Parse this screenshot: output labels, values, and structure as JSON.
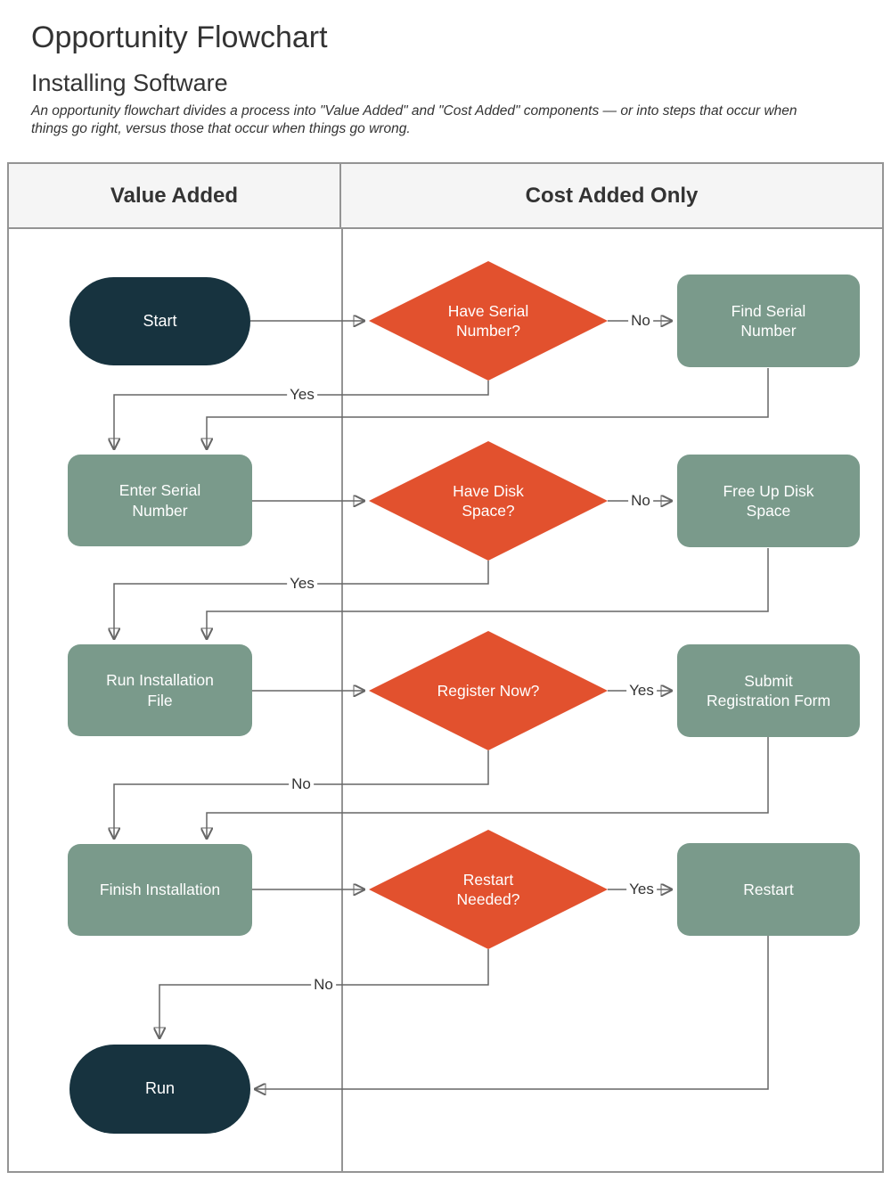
{
  "header": {
    "title": "Opportunity Flowchart",
    "subtitle": "Installing Software",
    "description": "An opportunity flowchart divides a process into \"Value Added\" and \"Cost Added\" components — or into steps that occur when\nthings go right, versus those that occur when things go wrong."
  },
  "table": {
    "columns": [
      "Value Added",
      "Cost Added Only"
    ]
  },
  "colors": {
    "terminator_fill": "#17333f",
    "decision_fill": "#e2512e",
    "process_fill": "#7a9a8b",
    "line": "#666666",
    "arrowhead": "#555555",
    "table_border": "#949494",
    "header_bg": "#f5f5f5",
    "text": "#333333"
  },
  "nodes": [
    {
      "id": "start",
      "type": "terminator",
      "column": "value-added",
      "label": "Start"
    },
    {
      "id": "have-serial-number",
      "type": "decision",
      "column": "cost-added",
      "label": "Have Serial\nNumber?"
    },
    {
      "id": "find-serial-number",
      "type": "process",
      "column": "cost-added",
      "label": "Find Serial\nNumber"
    },
    {
      "id": "enter-serial-number",
      "type": "process",
      "column": "value-added",
      "label": "Enter Serial\nNumber"
    },
    {
      "id": "have-disk-space",
      "type": "decision",
      "column": "cost-added",
      "label": "Have Disk\nSpace?"
    },
    {
      "id": "free-up-disk-space",
      "type": "process",
      "column": "cost-added",
      "label": "Free Up Disk\nSpace"
    },
    {
      "id": "run-installation-file",
      "type": "process",
      "column": "value-added",
      "label": "Run Installation\nFile"
    },
    {
      "id": "register-now",
      "type": "decision",
      "column": "cost-added",
      "label": "Register Now?"
    },
    {
      "id": "submit-registration-form",
      "type": "process",
      "column": "cost-added",
      "label": "Submit\nRegistration Form"
    },
    {
      "id": "finish-installation",
      "type": "process",
      "column": "value-added",
      "label": "Finish Installation"
    },
    {
      "id": "restart-needed",
      "type": "decision",
      "column": "cost-added",
      "label": "Restart\nNeeded?"
    },
    {
      "id": "restart",
      "type": "process",
      "column": "cost-added",
      "label": "Restart"
    },
    {
      "id": "run",
      "type": "terminator",
      "column": "value-added",
      "label": "Run"
    }
  ],
  "edges": [
    {
      "from": "start",
      "to": "have-serial-number",
      "label": ""
    },
    {
      "from": "have-serial-number",
      "to": "find-serial-number",
      "label": "No"
    },
    {
      "from": "have-serial-number",
      "to": "enter-serial-number",
      "label": "Yes"
    },
    {
      "from": "find-serial-number",
      "to": "enter-serial-number",
      "label": ""
    },
    {
      "from": "enter-serial-number",
      "to": "have-disk-space",
      "label": ""
    },
    {
      "from": "have-disk-space",
      "to": "free-up-disk-space",
      "label": "No"
    },
    {
      "from": "have-disk-space",
      "to": "run-installation-file",
      "label": "Yes"
    },
    {
      "from": "free-up-disk-space",
      "to": "run-installation-file",
      "label": ""
    },
    {
      "from": "run-installation-file",
      "to": "register-now",
      "label": ""
    },
    {
      "from": "register-now",
      "to": "submit-registration-form",
      "label": "Yes"
    },
    {
      "from": "register-now",
      "to": "finish-installation",
      "label": "No"
    },
    {
      "from": "submit-registration-form",
      "to": "finish-installation",
      "label": ""
    },
    {
      "from": "finish-installation",
      "to": "restart-needed",
      "label": ""
    },
    {
      "from": "restart-needed",
      "to": "restart",
      "label": "Yes"
    },
    {
      "from": "restart-needed",
      "to": "run",
      "label": "No"
    },
    {
      "from": "restart",
      "to": "run",
      "label": ""
    }
  ]
}
